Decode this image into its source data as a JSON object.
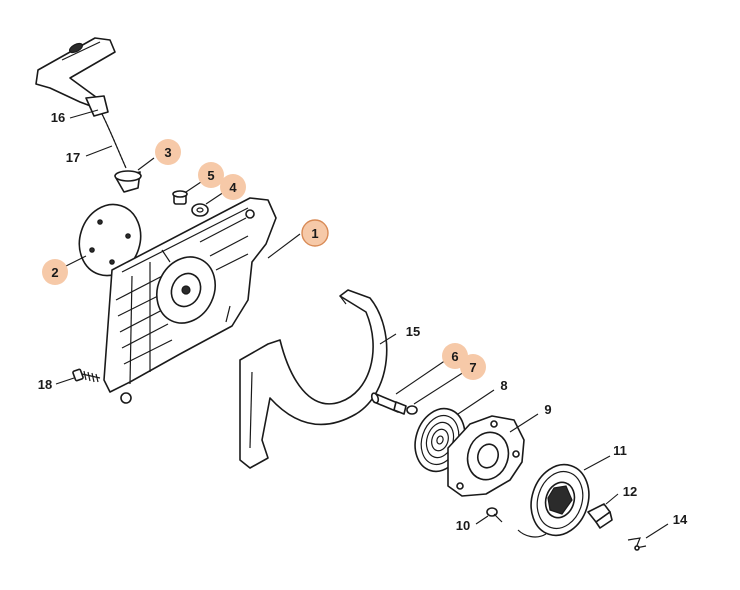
{
  "diagram": {
    "colors": {
      "highlight": "#f6c9a8",
      "highlight_ring": "#d88a55",
      "line": "#1a1a1a",
      "background": "#ffffff"
    },
    "labels": {
      "p1": "1",
      "p2": "2",
      "p3": "3",
      "p4": "4",
      "p5": "5",
      "p6": "6",
      "p7": "7",
      "p8": "8",
      "p9": "9",
      "p10": "10",
      "p11": "11",
      "p12": "12",
      "p14": "14",
      "p15": "15",
      "p16": "16",
      "p17": "17",
      "p18": "18"
    }
  }
}
